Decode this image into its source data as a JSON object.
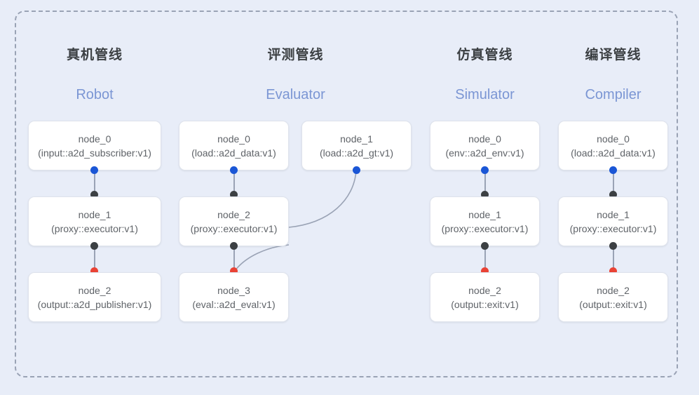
{
  "canvas": {
    "background_color": "#e8edf8",
    "frame_border_color": "#9aa3b5",
    "frame_style": "dashed"
  },
  "palette": {
    "node_fill": "#ffffff",
    "node_border": "#dfe3ec",
    "node_text": "#5f6368",
    "title_cn_color": "#3c4043",
    "title_en_color": "#7b96d4",
    "dot_blue": "#1a56d6",
    "dot_black": "#3c4043",
    "dot_red": "#ea4335",
    "edge_color": "#9aa3b5"
  },
  "columns": [
    {
      "title_cn": "真机管线",
      "title_en": "Robot",
      "nodes": [
        {
          "name": "node_0",
          "spec": "(input::a2d_subscriber:v1)"
        },
        {
          "name": "node_1",
          "spec": "(proxy::executor:v1)"
        },
        {
          "name": "node_2",
          "spec": "(output::a2d_publisher:v1)"
        }
      ]
    },
    {
      "title_cn": "评测管线",
      "title_en": "Evaluator",
      "nodes": [
        {
          "name": "node_0",
          "spec": "(load::a2d_data:v1)"
        },
        {
          "name": "node_2",
          "spec": "(proxy::executor:v1)"
        },
        {
          "name": "node_3",
          "spec": "(eval::a2d_eval:v1)"
        },
        {
          "name": "node_1",
          "spec": "(load::a2d_gt:v1)"
        }
      ]
    },
    {
      "title_cn": "仿真管线",
      "title_en": "Simulator",
      "nodes": [
        {
          "name": "node_0",
          "spec": "(env::a2d_env:v1)"
        },
        {
          "name": "node_1",
          "spec": "(proxy::executor:v1)"
        },
        {
          "name": "node_2",
          "spec": "(output::exit:v1)"
        }
      ]
    },
    {
      "title_cn": "编译管线",
      "title_en": "Compiler",
      "nodes": [
        {
          "name": "node_0",
          "spec": "(load::a2d_data:v1)"
        },
        {
          "name": "node_1",
          "spec": "(proxy::executor:v1)"
        },
        {
          "name": "node_2",
          "spec": "(output::exit:v1)"
        }
      ]
    }
  ]
}
